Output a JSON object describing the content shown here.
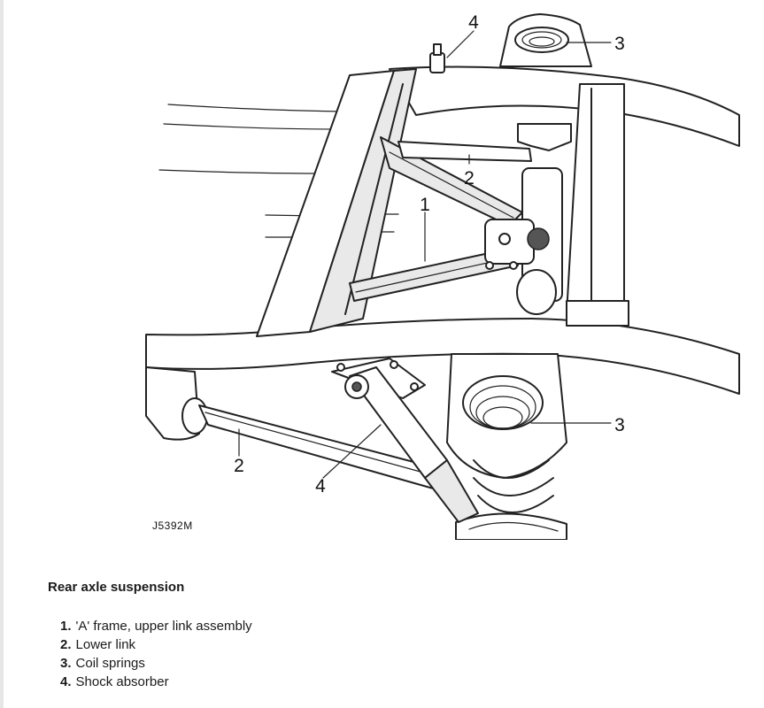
{
  "figure": {
    "figure_id": "J5392M",
    "callouts": [
      "1",
      "2",
      "2",
      "3",
      "3",
      "4",
      "4"
    ]
  },
  "caption": "Rear axle suspension",
  "legend": [
    {
      "number": "1.",
      "text": "'A' frame, upper link assembly"
    },
    {
      "number": "2.",
      "text": "Lower link"
    },
    {
      "number": "3.",
      "text": "Coil springs"
    },
    {
      "number": "4.",
      "text": "Shock absorber"
    }
  ]
}
